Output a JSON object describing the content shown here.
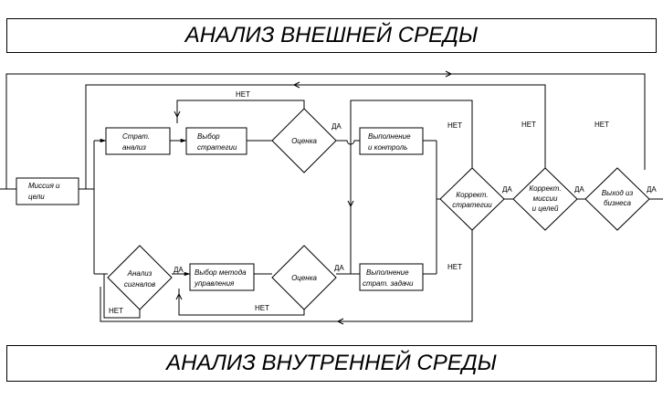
{
  "banners": {
    "top": "АНАЛИЗ ВНЕШНЕЙ СРЕДЫ",
    "bottom": "АНАЛИЗ ВНУТРЕННЕЙ СРЕДЫ"
  },
  "nodes": {
    "mission": [
      "Миссия и",
      "цели"
    ],
    "strat_analysis": [
      "Страт.",
      "анализ"
    ],
    "strategy_choice": [
      "Выбор",
      "стратегии"
    ],
    "evaluation_top": [
      "Оценка"
    ],
    "execution_control": [
      "Выполнение",
      "и контроль"
    ],
    "signal_analysis": [
      "Анализ",
      "сигналов"
    ],
    "method_choice": [
      "Выбор метода",
      "управления"
    ],
    "evaluation_bottom": [
      "Оценка"
    ],
    "execution_tasks": [
      "Выполнение",
      "страт. задачи"
    ],
    "correct_strategy": [
      "Коррект.",
      "стратегии"
    ],
    "correct_mission": [
      "Коррект.",
      "миссии",
      "и целей"
    ],
    "exit_business": [
      "Выход из",
      "бизнеса"
    ]
  },
  "edge_labels": {
    "net_top_loop": "НЕТ",
    "da_eval_top": "ДА",
    "net_correct_strategy": "НЕТ",
    "net_correct_mission": "НЕТ",
    "net_exit": "НЕТ",
    "da_correct_strategy": "ДА",
    "da_correct_mission": "ДА",
    "da_exit": "ДА",
    "da_signal": "ДА",
    "da_eval_bottom": "ДА",
    "net_execution_tasks": "НЕТ",
    "net_signal": "НЕТ",
    "net_bottom_loop": "НЕТ"
  }
}
